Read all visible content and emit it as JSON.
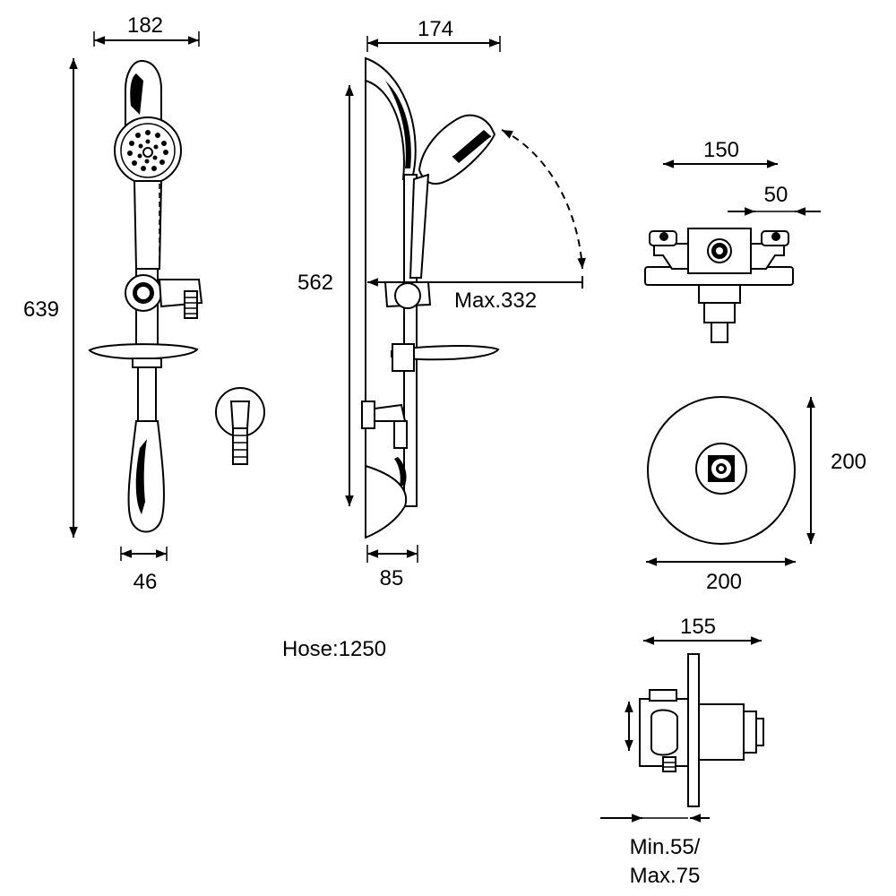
{
  "dimensions": {
    "front_width": "182",
    "front_height": "639",
    "front_bottom_width": "46",
    "side_width": "174",
    "side_height": "562",
    "side_reach": "Max.332",
    "side_bottom_width": "85",
    "top_width": "150",
    "top_inlet_spacing": "50",
    "plate_height": "200",
    "plate_width": "200",
    "valve_width": "155",
    "valve_depth_line1": "Min.55/",
    "valve_depth_line2": "Max.75"
  },
  "hose": "Hose:1250"
}
